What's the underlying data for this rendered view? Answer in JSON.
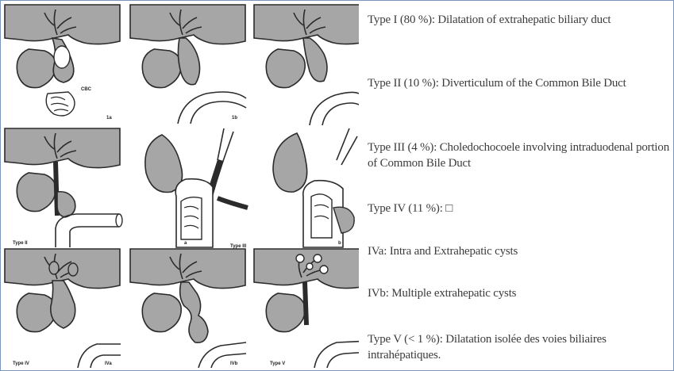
{
  "illustration": {
    "panels": [
      {
        "label": "1a"
      },
      {
        "label": "1b"
      },
      {
        "label": ""
      },
      {
        "label": "Type II"
      },
      {
        "label": "a"
      },
      {
        "label": "Type III"
      },
      {
        "label": "b"
      },
      {
        "label": "Type IV"
      },
      {
        "label": "IVa"
      },
      {
        "label": "IVb"
      },
      {
        "label": "Type V"
      }
    ],
    "cbc_label": "CBC"
  },
  "legend": {
    "entries": [
      {
        "text": "Type I (80 %): Dilatation of extrahepatic biliary duct"
      },
      {
        "text": "Type II (10 %): Diverticulum of the Common Bile Duct"
      },
      {
        "text": "Type III (4 %): Choledochocoele involving intraduodenal portion of Common Bile Duct"
      },
      {
        "text": "Type IV (11 %): □"
      },
      {
        "text": "IVa: Intra and Extrahepatic cysts"
      },
      {
        "text": "IVb: Multiple extrahepatic cysts"
      },
      {
        "text": "Type V (< 1 %): Dilatation isolée des voies biliaires intrahépatiques."
      }
    ]
  },
  "colors": {
    "liver_fill": "#a6a6a6",
    "outline": "#2b2b2b",
    "text": "#3c3c3c",
    "frame_border": "#7a96bf"
  }
}
